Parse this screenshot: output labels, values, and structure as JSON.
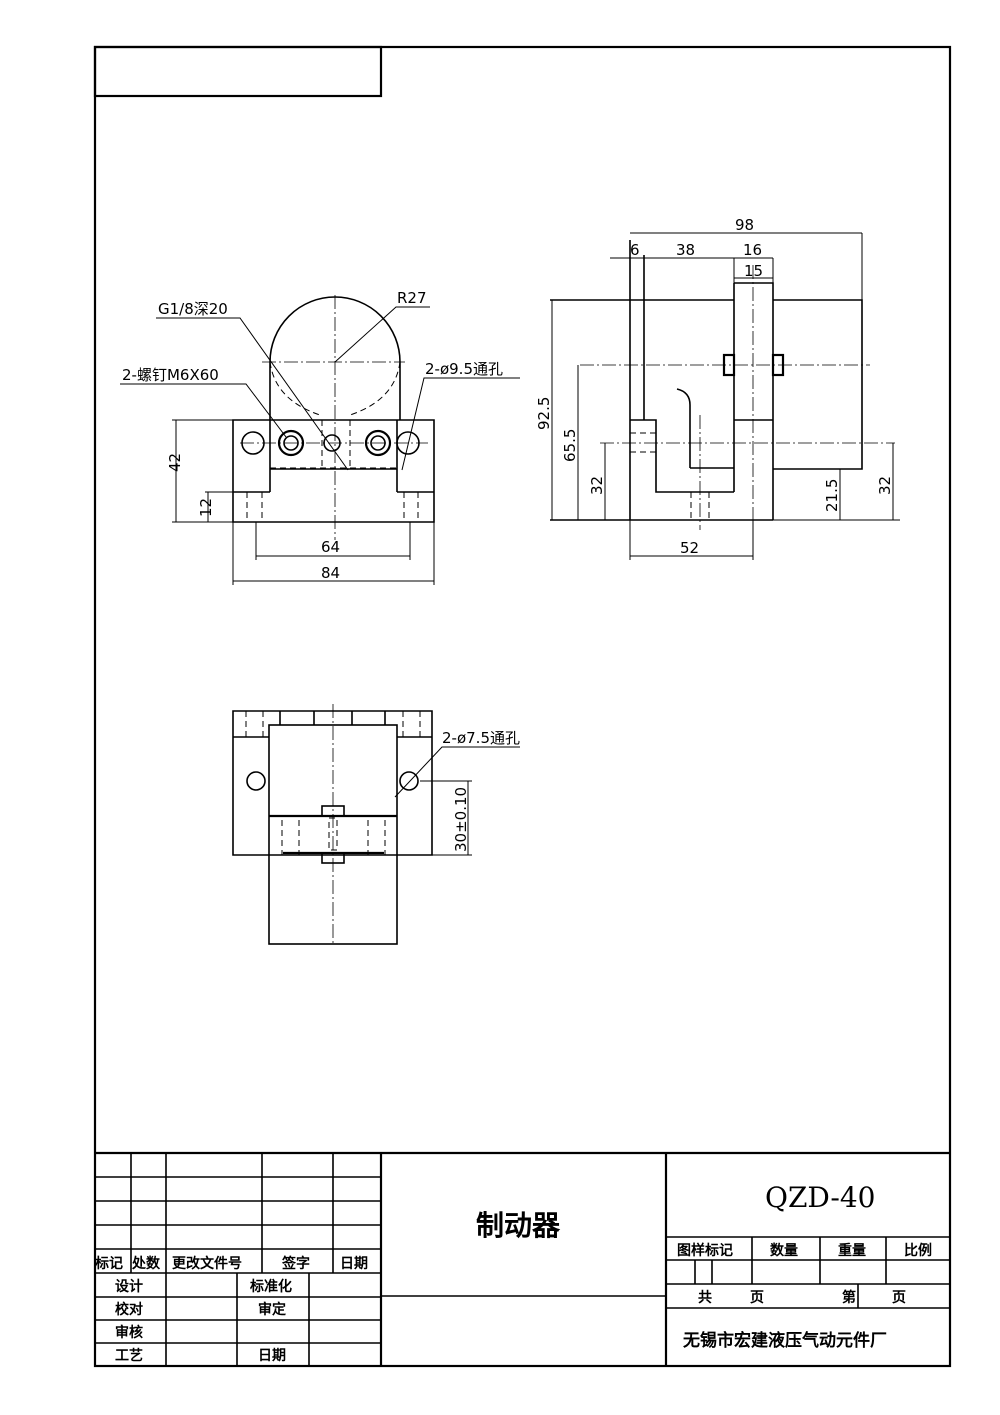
{
  "front_view": {
    "note_g18": "G1/8深20",
    "note_screw": "2-螺钉M6X60",
    "note_r27": "R27",
    "note_hole": "2-ø9.5通孔",
    "dim_42": "42",
    "dim_12": "12",
    "dim_64": "64",
    "dim_84": "84"
  },
  "side_view": {
    "dim_98": "98",
    "dim_6": "6",
    "dim_38": "38",
    "dim_16": "16",
    "dim_15": "15",
    "dim_92_5": "92.5",
    "dim_65_5": "65.5",
    "dim_32_left": "32",
    "dim_21_5": "21.5",
    "dim_32_right": "32",
    "dim_52": "52"
  },
  "top_view": {
    "note_hole": "2-ø7.5通孔",
    "dim_30": "30±0.10"
  },
  "title_block": {
    "headers": [
      "标记",
      "处数",
      "更改文件号",
      "签字",
      "日期"
    ],
    "sign_rows": [
      {
        "label": "设计",
        "label2": "标准化"
      },
      {
        "label": "校对",
        "label2": "审定"
      },
      {
        "label": "审核",
        "label2": ""
      },
      {
        "label": "工艺",
        "label2": "日期"
      }
    ],
    "part_name": "制动器",
    "drawing_code": "QZD-40",
    "info_headers": [
      "图样标记",
      "数量",
      "重量",
      "比例"
    ],
    "total_pages": "共",
    "page_unit": "页",
    "page_no": "第",
    "page_unit2": "页",
    "company": "无锡市宏建液压气动元件厂"
  }
}
